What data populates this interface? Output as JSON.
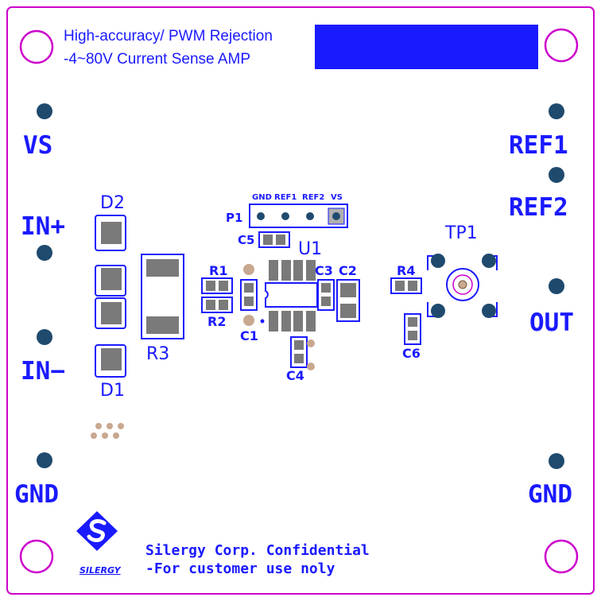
{
  "board": {
    "title_lines": [
      "High-accuracy/ PWM Rejection",
      "-4~80V Current Sense AMP"
    ],
    "colors": {
      "outline": "#cc00cc",
      "silk": "#1a1aff",
      "pad": "#1f4a6e",
      "pad_fill": "#7a7a7a",
      "copper": "#c8a890",
      "background": "#ffffff"
    },
    "left_terminals": [
      "VS",
      "IN+",
      "IN−",
      "GND"
    ],
    "right_terminals": [
      "REF1",
      "REF2",
      "OUT",
      "GND"
    ],
    "header": {
      "ref": "P1",
      "pins": [
        "GND",
        "REF1",
        "REF2",
        "VS"
      ]
    },
    "components": {
      "d1": "D1",
      "d2": "D2",
      "r1": "R1",
      "r2": "R2",
      "r3": "R3",
      "r4": "R4",
      "c1": "C1",
      "c2": "C2",
      "c3": "C3",
      "c4": "C4",
      "c5": "C5",
      "c6": "C6",
      "u1": "U1",
      "tp1": "TP1"
    },
    "logo_text": "SILERGY",
    "footer_lines": [
      "Silergy Corp. Confidential",
      "-For customer use noly"
    ]
  }
}
